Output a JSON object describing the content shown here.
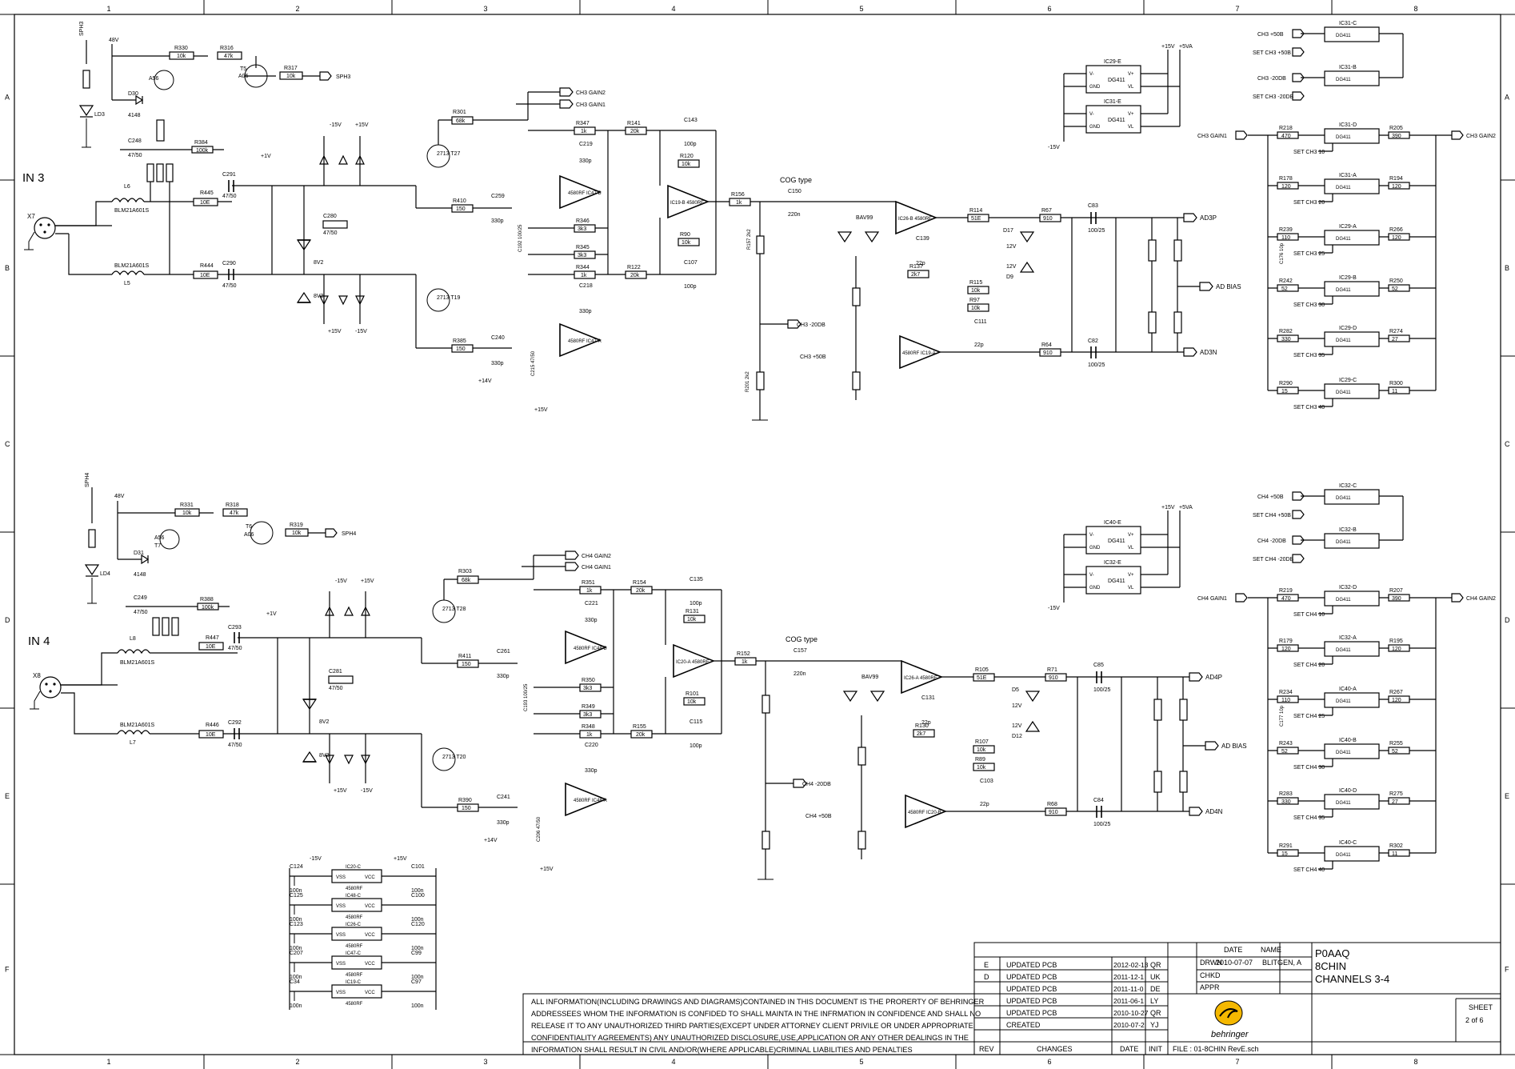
{
  "border": {
    "columns": [
      "1",
      "2",
      "3",
      "4",
      "5",
      "6",
      "7",
      "8"
    ],
    "rows": [
      "A",
      "B",
      "C",
      "D",
      "E",
      "F"
    ]
  },
  "inputs": {
    "in3": "IN 3",
    "in4": "IN 4",
    "x7": "X7",
    "x8": "X8"
  },
  "phantom": {
    "sph3": "SPH3",
    "sph4": "SPH4",
    "v48a": "48V",
    "v48b": "48V",
    "t5": "T5",
    "t6": "T6",
    "t7": "T7",
    "a06a": "A06",
    "a06b": "A06",
    "a56a": "A56",
    "a56b": "A56",
    "led3": "LD3",
    "led4": "LD4",
    "d30": "D30",
    "d31": "D31",
    "d4148a": "4148",
    "d4148b": "4148"
  },
  "resistors3": [
    {
      "n": "R330",
      "v": "10k"
    },
    {
      "n": "R316",
      "v": "47k"
    },
    {
      "n": "R317",
      "v": "10k"
    },
    {
      "n": "R384",
      "v": "100k"
    },
    {
      "n": "R445",
      "v": "10E"
    },
    {
      "n": "R444",
      "v": "10E"
    },
    {
      "n": "R301",
      "v": "68k"
    },
    {
      "n": "R347",
      "v": "1k"
    },
    {
      "n": "R141",
      "v": "20k"
    },
    {
      "n": "R410",
      "v": "150"
    },
    {
      "n": "R346",
      "v": "3k3"
    },
    {
      "n": "R345",
      "v": "3k3"
    },
    {
      "n": "R344",
      "v": "1k"
    },
    {
      "n": "R122",
      "v": "20k"
    },
    {
      "n": "R385",
      "v": "150"
    },
    {
      "n": "R120",
      "v": "10k"
    },
    {
      "n": "R90",
      "v": "10k"
    },
    {
      "n": "R156",
      "v": "1k"
    },
    {
      "n": "R114",
      "v": "51E"
    },
    {
      "n": "R67",
      "v": "910"
    },
    {
      "n": "R137",
      "v": "2k7"
    },
    {
      "n": "R115",
      "v": "10k"
    },
    {
      "n": "R97",
      "v": "10k"
    },
    {
      "n": "R64",
      "v": "910"
    }
  ],
  "resistors4": [
    {
      "n": "R331",
      "v": "10k"
    },
    {
      "n": "R318",
      "v": "47k"
    },
    {
      "n": "R319",
      "v": "10k"
    },
    {
      "n": "R388",
      "v": "100k"
    },
    {
      "n": "R447",
      "v": "10E"
    },
    {
      "n": "R446",
      "v": "10E"
    },
    {
      "n": "R303",
      "v": "68k"
    },
    {
      "n": "R351",
      "v": "1k"
    },
    {
      "n": "R154",
      "v": "20k"
    },
    {
      "n": "R411",
      "v": "150"
    },
    {
      "n": "R350",
      "v": "3k3"
    },
    {
      "n": "R349",
      "v": "3k3"
    },
    {
      "n": "R348",
      "v": "1k"
    },
    {
      "n": "R155",
      "v": "20k"
    },
    {
      "n": "R390",
      "v": "150"
    },
    {
      "n": "R131",
      "v": "10k"
    },
    {
      "n": "R101",
      "v": "10k"
    },
    {
      "n": "R152",
      "v": "1k"
    },
    {
      "n": "R105",
      "v": "51E"
    },
    {
      "n": "R71",
      "v": "910"
    },
    {
      "n": "R130",
      "v": "2k7"
    },
    {
      "n": "R107",
      "v": "10k"
    },
    {
      "n": "R89",
      "v": "10k"
    },
    {
      "n": "R68",
      "v": "910"
    }
  ],
  "caps3": [
    {
      "n": "C248",
      "v": "47/50"
    },
    {
      "n": "C291",
      "v": "47/50"
    },
    {
      "n": "C290",
      "v": "47/50"
    },
    {
      "n": "C280",
      "v": "47/50"
    },
    {
      "n": "C259",
      "v": "330p"
    },
    {
      "n": "C240",
      "v": "330p"
    },
    {
      "n": "C219",
      "v": "330p"
    },
    {
      "n": "C218",
      "v": "330p"
    },
    {
      "n": "C143",
      "v": "100p"
    },
    {
      "n": "C107",
      "v": "100p"
    },
    {
      "n": "C150",
      "v": "220n"
    },
    {
      "n": "C139",
      "v": "22p"
    },
    {
      "n": "C111",
      "v": "22p"
    },
    {
      "n": "C83",
      "v": "100/25"
    },
    {
      "n": "C82",
      "v": "100/25"
    }
  ],
  "caps4": [
    {
      "n": "C249",
      "v": "47/50"
    },
    {
      "n": "C293",
      "v": "47/50"
    },
    {
      "n": "C292",
      "v": "47/50"
    },
    {
      "n": "C281",
      "v": "47/50"
    },
    {
      "n": "C261",
      "v": "330p"
    },
    {
      "n": "C241",
      "v": "330p"
    },
    {
      "n": "C221",
      "v": "330p"
    },
    {
      "n": "C220",
      "v": "330p"
    },
    {
      "n": "C135",
      "v": "100p"
    },
    {
      "n": "C115",
      "v": "100p"
    },
    {
      "n": "C157",
      "v": "220n"
    },
    {
      "n": "C131",
      "v": "22p"
    },
    {
      "n": "C103",
      "v": "22p"
    },
    {
      "n": "C85",
      "v": "100/25"
    },
    {
      "n": "C84",
      "v": "100/25"
    }
  ],
  "ics3": {
    "ic47b": "4580RF IC47-B",
    "ic47a": "4580RF IC47-A",
    "ic19b": "IC19-B 4580RF",
    "ic26b": "IC26-B 4580RF",
    "ic19a": "4580RF IC19-A",
    "t27": "2713 T27",
    "t19": "2713 T19"
  },
  "ics4": {
    "ic48b": "4580RF IC48-B",
    "ic48a": "4580RF IC48-A",
    "ic20a": "IC20-A 4580RF",
    "ic26a": "IC26-A 4580RF",
    "ic20b": "4580RF IC20-B",
    "t28": "2713 T28",
    "t20": "2713 T20"
  },
  "nets3": {
    "gain2": "CH3 GAIN2",
    "gain1": "CH3 GAIN1",
    "ad3p": "AD3P",
    "ad3n": "AD3N",
    "adbias": "AD BIAS",
    "m20": "CH3 -20DB",
    "p50": "CH3 +50B",
    "cog": "COG type"
  },
  "nets4": {
    "gain2": "CH4 GAIN2",
    "gain1": "CH4 GAIN1",
    "ad4p": "AD4P",
    "ad4n": "AD4N",
    "adbias": "AD BIAS",
    "m20": "CH4 -20DB",
    "p50": "CH4 +50B",
    "cog": "COG type"
  },
  "rails": {
    "p15": "+15V",
    "m15": "-15V",
    "p1v": "+1V",
    "p14v": "+14V",
    "p15v": "+15V",
    "p5va": "+5VA",
    "v8": "8V2",
    "v12": "12V"
  },
  "ladder3": {
    "topLabels": [
      "CH3 +50B",
      "SET CH3 +50B",
      "CH3 -20DB",
      "SET CH3 -20DB"
    ],
    "ics": [
      "IC31-C",
      "IC31-B",
      "IC31-D",
      "IC31-A",
      "IC29-A",
      "IC29-B",
      "IC29-D",
      "IC29-C"
    ],
    "sets": [
      "SET CH3 10",
      "SET CH3 20",
      "SET CH3 25",
      "SET CH3 30",
      "SET CH3 35",
      "SET CH3 40"
    ],
    "left": [
      {
        "n": "R218",
        "v": "470"
      },
      {
        "n": "R178",
        "v": "120"
      },
      {
        "n": "R239",
        "v": "110"
      },
      {
        "n": "R242",
        "v": "52"
      },
      {
        "n": "R282",
        "v": "330"
      },
      {
        "n": "R290",
        "v": "15"
      }
    ],
    "right": [
      {
        "n": "R205",
        "v": "390"
      },
      {
        "n": "R194",
        "v": "120"
      },
      {
        "n": "R266",
        "v": "120"
      },
      {
        "n": "R250",
        "v": "52"
      },
      {
        "n": "R274",
        "v": "27"
      },
      {
        "n": "R300",
        "v": "11"
      }
    ],
    "gain1": "CH3 GAIN1",
    "gain2": "CH3 GAIN2",
    "c176": "C176 10p",
    "dg": "DG411"
  },
  "ladder4": {
    "topLabels": [
      "CH4 +50B",
      "SET CH4 +50B",
      "CH4 -20DB",
      "SET CH4 -20DB"
    ],
    "ics": [
      "IC32-C",
      "IC32-B",
      "IC32-D",
      "IC32-A",
      "IC40-A",
      "IC40-B",
      "IC40-D",
      "IC40-C"
    ],
    "sets": [
      "SET CH4 10",
      "SET CH4 20",
      "SET CH4 25",
      "SET CH4 30",
      "SET CH4 35",
      "SET CH4 40"
    ],
    "left": [
      {
        "n": "R219",
        "v": "470"
      },
      {
        "n": "R179",
        "v": "120"
      },
      {
        "n": "R234",
        "v": "110"
      },
      {
        "n": "R243",
        "v": "52"
      },
      {
        "n": "R283",
        "v": "330"
      },
      {
        "n": "R291",
        "v": "15"
      }
    ],
    "right": [
      {
        "n": "R207",
        "v": "390"
      },
      {
        "n": "R195",
        "v": "120"
      },
      {
        "n": "R267",
        "v": "120"
      },
      {
        "n": "R255",
        "v": "52"
      },
      {
        "n": "R275",
        "v": "27"
      },
      {
        "n": "R302",
        "v": "11"
      }
    ],
    "gain1": "CH4 GAIN1",
    "gain2": "CH4 GAIN2",
    "c177": "C177 10p",
    "dg": "DG411"
  },
  "power_ics": {
    "top": [
      "IC29-E",
      "IC31-E"
    ],
    "bottom": [
      "IC40-E",
      "IC32-E"
    ]
  },
  "decoupling": {
    "rows": [
      {
        "ic": "IC20-C",
        "cl": "C124",
        "cr": "C101"
      },
      {
        "ic": "IC48-C",
        "cl": "C125",
        "cr": "C100"
      },
      {
        "ic": "IC26-C",
        "cl": "C123",
        "cr": "C120"
      },
      {
        "ic": "IC47-C",
        "cl": "C207",
        "cr": "C99"
      },
      {
        "ic": "IC19-C",
        "cl": "C34",
        "cr": "C97"
      }
    ],
    "val": "100n",
    "part": "4580RF"
  },
  "title_block": {
    "date_h": "DATE",
    "name_h": "NAME",
    "drwn": "DRWN",
    "chkd": "CHKD",
    "appr": "APPR",
    "drwn_date": "2010-07-07",
    "drwn_name": "BLITGEN, A",
    "title1": "P0AAQ",
    "title2": "8CHIN",
    "title3": "CHANNELS 3-4",
    "sheet_h": "SHEET",
    "sheet_v": "2  of  6",
    "file": "FILE : 01-8CHIN RevE.sch",
    "brand": "behringer",
    "rev_h": "REV",
    "changes_h": "CHANGES",
    "date_col_h": "DATE",
    "init_h": "INIT",
    "revisions": [
      {
        "r": "E",
        "c": "UPDATED PCB",
        "d": "2012-02-13",
        "i": "QR"
      },
      {
        "r": "D",
        "c": "UPDATED PCB",
        "d": "2011-12-1",
        "i": "UK"
      },
      {
        "r": "",
        "c": "UPDATED PCB",
        "d": "2011-11-0",
        "i": "DE"
      },
      {
        "r": "",
        "c": "UPDATED PCB",
        "d": "2011-06-1",
        "i": "LY"
      },
      {
        "r": "",
        "c": "UPDATED PCB",
        "d": "2010-10-27",
        "i": "QR"
      },
      {
        "r": "",
        "c": "CREATED",
        "d": "2010-07-2",
        "i": "YJ"
      }
    ],
    "notice": [
      "ALL INFORMATION(INCLUDING DRAWINGS AND DIAGRAMS)CONTAINED IN THIS DOCUMENT IS THE PRORERTY OF BEHRINGER",
      "ADDRESSEES WHOM THE INFORMATION IS CONFIDED TO SHALL MAINTA IN THE INFRMATION IN CONFIDENCE AND SHALL NO",
      "RELEASE IT TO ANY UNAUTHORIZED THIRD PARTIES(EXCEPT UNDER ATTORNEY CLIENT PRIVILE OR UNDER APPROPRIATE",
      "CONFIDENTIALITY AGREEMENTS) ANY UNAUTHORIZED DISCLOSURE,USE,APPLICATION OR ANY OTHER DEALINGS IN THE",
      "INFORMATION SHALL RESULT IN CIVIL AND/OR(WHERE APPLICABLE)CRIMINAL LIABILITIES AND PENALTIES"
    ]
  }
}
